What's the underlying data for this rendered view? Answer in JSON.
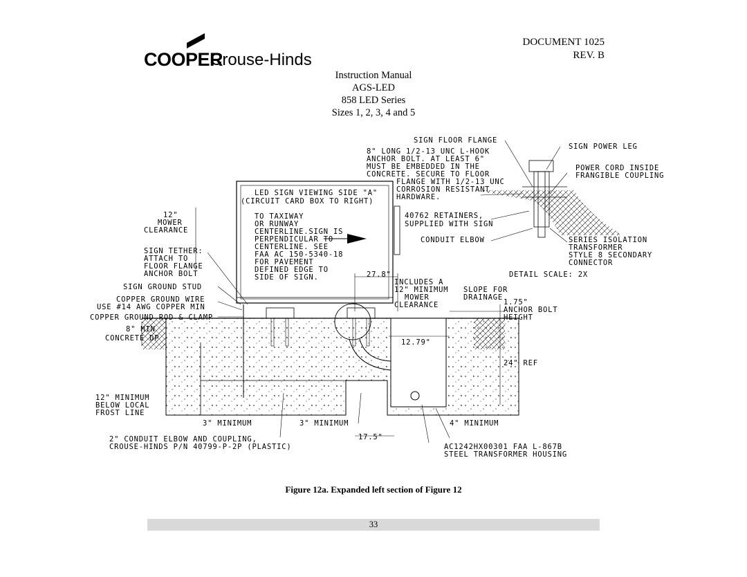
{
  "header": {
    "logo_name": "COOPER Crouse-Hinds",
    "logo_primary": "COOPER",
    "logo_secondary": "Crouse-Hinds",
    "document_number": "DOCUMENT 1025",
    "revision": "REV. B",
    "manual_title": "Instruction Manual",
    "product": "AGS-LED",
    "series": "858 LED Series",
    "sizes": "Sizes 1, 2, 3, 4 and 5"
  },
  "drawing_labels": {
    "sign_floor_flange": "SIGN FLOOR FLANGE",
    "anchor_bolt_1": "8\" LONG 1/2-13 UNC L-HOOK",
    "anchor_bolt_2": "ANCHOR BOLT.  AT LEAST 6\"",
    "anchor_bolt_3": "MUST BE EMBEDDED IN THE",
    "anchor_bolt_4": "CONCRETE.  SECURE TO FLOOR",
    "anchor_bolt_5": "FLANGE WITH 1/2-13 UNC",
    "anchor_bolt_6": "CORROSION RESISTANT",
    "anchor_bolt_7": "HARDWARE.",
    "sign_power_leg": "SIGN POWER LEG",
    "power_cord_1": "POWER CORD INSIDE",
    "power_cord_2": "FRANGIBLE COUPLING",
    "led_sign_1": "LED SIGN VIEWING SIDE \"A\"",
    "led_sign_2": "(CIRCUIT CARD BOX TO RIGHT)",
    "mower_1": "12\"",
    "mower_2": "MOWER",
    "mower_3": "CLEARANCE",
    "taxiway_1": "TO TAXIWAY",
    "taxiway_2": "OR RUNWAY",
    "taxiway_3": "CENTERLINE.SIGN IS",
    "taxiway_4": "PERPENDICULAR TO",
    "taxiway_5": "CENTERLINE.  SEE",
    "taxiway_6": "FAA AC 150-5340-18",
    "taxiway_7": "FOR PAVEMENT",
    "taxiway_8": "DEFINED EDGE TO",
    "taxiway_9": "SIDE OF SIGN.",
    "retainers_1": "40762 RETAINERS,",
    "retainers_2": "SUPPLIED WITH SIGN",
    "conduit_elbow": "CONDUIT ELBOW",
    "series_iso_1": "SERIES ISOLATION",
    "series_iso_2": "TRANSFORMER",
    "series_iso_3": "STYLE 8 SECONDARY",
    "series_iso_4": "CONNECTOR",
    "tether_1": "SIGN TETHER:",
    "tether_2": "ATTACH TO",
    "tether_3": "FLOOR FLANGE",
    "tether_4": "ANCHOR BOLT",
    "ground_stud": "SIGN GROUND STUD",
    "ground_wire_1": "COPPER GROUND WIRE",
    "ground_wire_2": "USE #14 AWG COPPER MIN",
    "ground_rod": "COPPER GROUND ROD & CLAMP",
    "concrete_1": "8\" MIN",
    "concrete_2": "CONCRETE DP",
    "dim_278": "27.8\"",
    "includes_1": "INCLUDES A",
    "includes_2": "12\" MINIMUM",
    "includes_3": "MOWER",
    "includes_4": "CLEARANCE",
    "slope_1": "SLOPE FOR",
    "slope_2": "DRAINAGE",
    "detail_scale": "DETAIL SCALE: 2X",
    "dim_175": "1.75\"",
    "anchor_height_1": "ANCHOR BOLT",
    "anchor_height_2": "HEIGHT",
    "dim_1279": "12.79\"",
    "dim_24": "24\" REF",
    "frost_1": "12\" MINIMUM",
    "frost_2": "BELOW LOCAL",
    "frost_3": "FROST LINE",
    "min_3a": "3\" MINIMUM",
    "min_3b": "3\" MINIMUM",
    "min_4": "4\" MINIMUM",
    "dim_175b": "17.5\"",
    "conduit_1": "2\" CONDUIT ELBOW AND COUPLING,",
    "conduit_2": "CROUSE-HINDS P/N 40799-P-2P (PLASTIC)",
    "housing_1": "AC1242HX00301 FAA L-867B",
    "housing_2": "STEEL TRANSFORMER HOUSING"
  },
  "caption": "Figure 12a.  Expanded left section of Figure 12",
  "page_number": "33"
}
